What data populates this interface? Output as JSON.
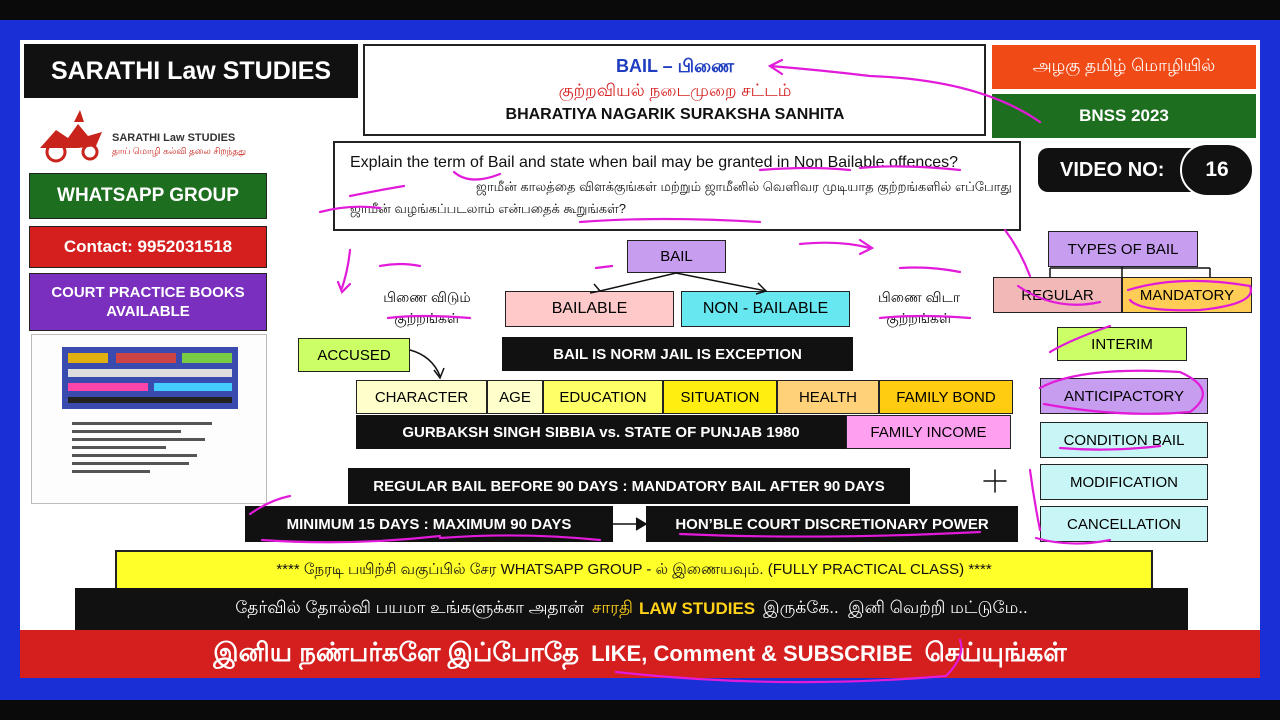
{
  "sidebar": {
    "title": "SARATHI Law STUDIES",
    "logo_name": "SARATHI Law STUDIES",
    "logo_tagline": "தாய் மொழி கல்வி தலை சிறந்தது",
    "whatsapp_label": "WHATSAPP GROUP",
    "contact_label": "Contact: 9952031518",
    "books_label": "COURT PRACTICE BOOKS AVAILABLE"
  },
  "header": {
    "title": "BAIL – பிணை",
    "subtitle": "குற்றவியல் நடைமுறை சட்டம்",
    "act": "BHARATIYA NAGARIK SURAKSHA SANHITA"
  },
  "tags": {
    "tamil_language": "அழகு தமிழ் மொழியில்",
    "bnss": "BNSS 2023",
    "video_label": "VIDEO NO:",
    "video_number": "16"
  },
  "question": {
    "english": "Explain the term of Bail and state when bail may be granted in Non Bailable offences?",
    "tamil": "ஜாமீன் காலத்தை விளக்குங்கள் மற்றும் ஜாமீனில் வெளிவர முடியாத குற்றங்களில் எப்போது ஜாமீன் வழங்கப்படலாம் என்பதைக் கூறுங்கள்?"
  },
  "diagram": {
    "bail": "BAIL",
    "bailable": "BAILABLE",
    "non_bailable": "NON - BAILABLE",
    "bailable_tamil": "பிணை விடும் குற்றங்கள்",
    "non_bailable_tamil": "பிணை விடா குற்றங்கள்",
    "accused": "ACCUSED",
    "norm": "BAIL IS NORM JAIL IS EXCEPTION",
    "factors": [
      "CHARACTER",
      "AGE",
      "EDUCATION",
      "SITUATION",
      "HEALTH",
      "FAMILY BOND"
    ],
    "case": "GURBAKSH SINGH SIBBIA vs. STATE OF PUNJAB 1980",
    "family_income": "FAMILY INCOME",
    "regular_mandatory": "REGULAR BAIL BEFORE 90 DAYS : MANDATORY BAIL AFTER 90 DAYS",
    "min_max": "MINIMUM 15 DAYS : MAXIMUM 90 DAYS",
    "discretion": "HON’BLE COURT DISCRETIONARY POWER"
  },
  "types": {
    "title": "TYPES OF BAIL",
    "regular": "REGULAR",
    "mandatory": "MANDATORY",
    "interim": "INTERIM",
    "anticipatory": "ANTICIPACTORY",
    "condition": "CONDITION BAIL",
    "modification": "MODIFICATION",
    "cancellation": "CANCELLATION"
  },
  "banners": {
    "class_notice": "**** நேரடி பயிற்சி வகுப்பில் சேர WHATSAPP GROUP - ல் இணையவும். (FULLY PRACTICAL CLASS) ****",
    "motivation_start": "தேர்வில் தோல்வி பயமா உங்களுக்கா அதான்",
    "motivation_tamil_brand": "சாரதி",
    "motivation_brand": "LAW STUDIES",
    "motivation_end": "இருக்கே..  இனி வெற்றி மட்டுமே..",
    "subscribe_start": "இனிய நண்பர்களே இப்போதே",
    "subscribe_mid": "LIKE, Comment & SUBSCRIBE",
    "subscribe_end": "செய்யுங்கள்"
  },
  "colors": {
    "frame_blue": "#1b2fd6",
    "green": "#1d6e1e",
    "red": "#d51f1f",
    "purple": "#7b2fbf",
    "yellow": "#ffff2a",
    "ink_magenta": "#e21ad9"
  }
}
